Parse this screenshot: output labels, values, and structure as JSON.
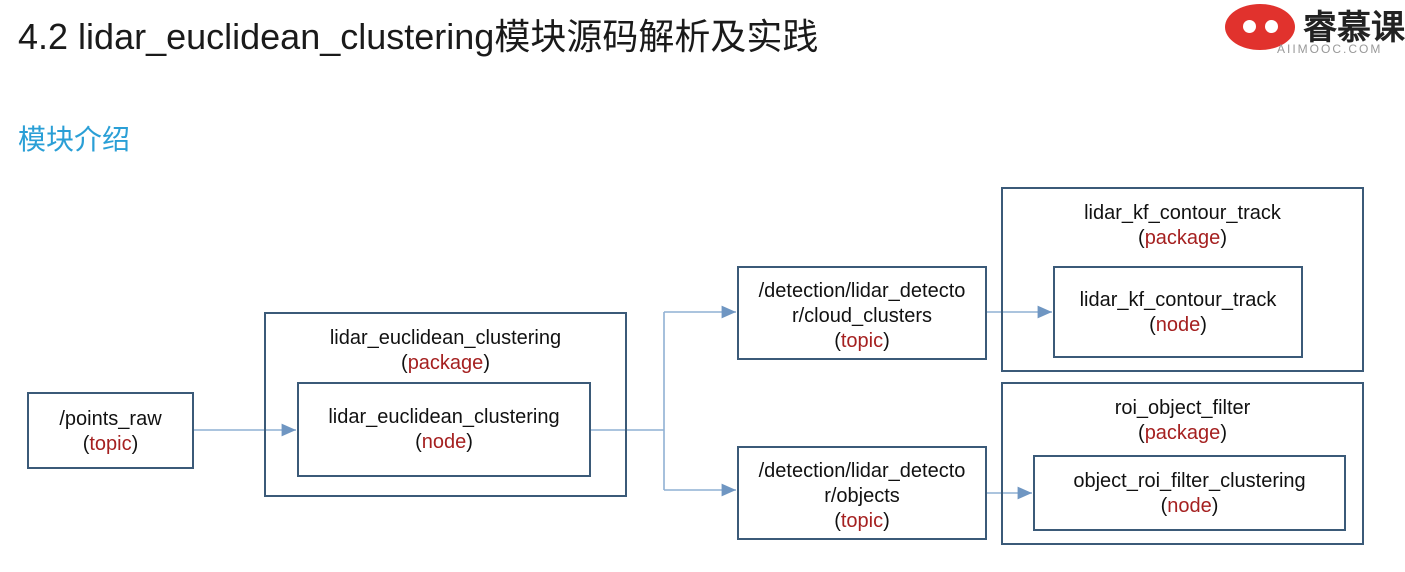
{
  "header": {
    "title": "4.2 lidar_euclidean_clustering模块源码解析及实践",
    "subtitle": "模块介绍"
  },
  "logo": {
    "text": "睿慕课",
    "sub": "AIIMOOC.COM"
  },
  "diagram": {
    "points_raw": {
      "name": "/points_raw",
      "kind": "topic"
    },
    "euclid_pkg": {
      "name": "lidar_euclidean_clustering",
      "kind": "package"
    },
    "euclid_node": {
      "name": "lidar_euclidean_clustering",
      "kind": "node"
    },
    "cloud_clusters": {
      "line1": "/detection/lidar_detecto",
      "line2": "r/cloud_clusters",
      "kind": "topic"
    },
    "objects": {
      "line1": "/detection/lidar_detecto",
      "line2": "r/objects",
      "kind": "topic"
    },
    "kf_pkg": {
      "name": "lidar_kf_contour_track",
      "kind": "package"
    },
    "kf_node": {
      "name": "lidar_kf_contour_track",
      "kind": "node"
    },
    "roi_pkg": {
      "name": "roi_object_filter",
      "kind": "package"
    },
    "roi_node": {
      "name": "object_roi_filter_clustering",
      "kind": "node"
    }
  }
}
